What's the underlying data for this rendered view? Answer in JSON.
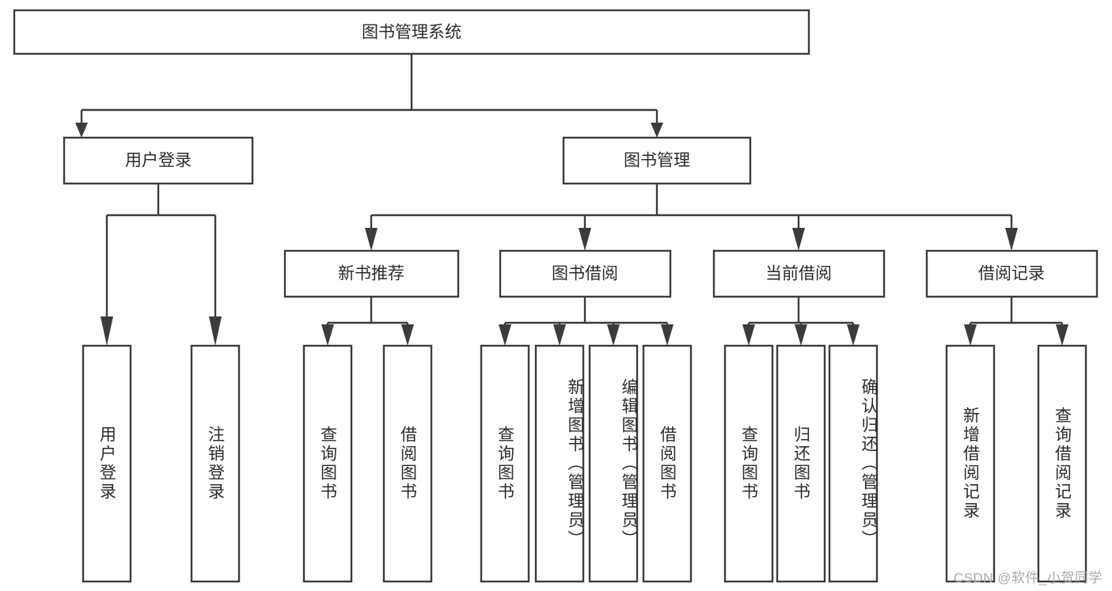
{
  "diagram": {
    "title": "图书管理系统",
    "type": "tree-hierarchy-diagram",
    "watermark": "CSDN @软件_小贺同学",
    "colors": {
      "stroke": "#3c3c3c",
      "box_fill": "#ffffff",
      "text": "#2b2b2b",
      "watermark": "#a9a9a9",
      "background": "#ffffff"
    },
    "nodes": {
      "root": {
        "label": "图书管理系统",
        "level": 1,
        "orientation": "horizontal"
      },
      "l2": [
        {
          "id": "user-login",
          "label": "用户登录",
          "level": 2,
          "orientation": "horizontal"
        },
        {
          "id": "book-manage",
          "label": "图书管理",
          "level": 2,
          "orientation": "horizontal"
        }
      ],
      "l3": [
        {
          "id": "new-book-recommend",
          "label": "新书推荐",
          "level": 3,
          "orientation": "horizontal"
        },
        {
          "id": "book-borrow",
          "label": "图书借阅",
          "level": 3,
          "orientation": "horizontal"
        },
        {
          "id": "current-borrow",
          "label": "当前借阅",
          "level": 3,
          "orientation": "horizontal"
        },
        {
          "id": "borrow-record",
          "label": "借阅记录",
          "level": 3,
          "orientation": "horizontal"
        }
      ],
      "leaves": [
        {
          "id": "leaf-user-login",
          "label": "用户登录",
          "parent": "user-login",
          "orientation": "vertical"
        },
        {
          "id": "leaf-user-logout",
          "label": "注销登录",
          "parent": "user-login",
          "orientation": "vertical"
        },
        {
          "id": "leaf-query-book-1",
          "label": "查询图书",
          "parent": "new-book-recommend",
          "orientation": "vertical"
        },
        {
          "id": "leaf-borrow-book-1",
          "label": "借阅图书",
          "parent": "new-book-recommend",
          "orientation": "vertical"
        },
        {
          "id": "leaf-query-book-2",
          "label": "查询图书",
          "parent": "book-borrow",
          "orientation": "vertical"
        },
        {
          "id": "leaf-add-book",
          "label": "新增图书（管理员）",
          "parent": "book-borrow",
          "orientation": "vertical"
        },
        {
          "id": "leaf-edit-book",
          "label": "编辑图书（管理员）",
          "parent": "book-borrow",
          "orientation": "vertical"
        },
        {
          "id": "leaf-borrow-book-2",
          "label": "借阅图书",
          "parent": "book-borrow",
          "orientation": "vertical"
        },
        {
          "id": "leaf-query-book-3",
          "label": "查询图书",
          "parent": "current-borrow",
          "orientation": "vertical"
        },
        {
          "id": "leaf-return-book",
          "label": "归还图书",
          "parent": "current-borrow",
          "orientation": "vertical"
        },
        {
          "id": "leaf-confirm-return",
          "label": "确认归还（管理员）",
          "parent": "current-borrow",
          "orientation": "vertical"
        },
        {
          "id": "leaf-add-record",
          "label": "新增借阅记录",
          "parent": "borrow-record",
          "orientation": "vertical"
        },
        {
          "id": "leaf-query-record",
          "label": "查询借阅记录",
          "parent": "borrow-record",
          "orientation": "vertical"
        }
      ]
    }
  }
}
